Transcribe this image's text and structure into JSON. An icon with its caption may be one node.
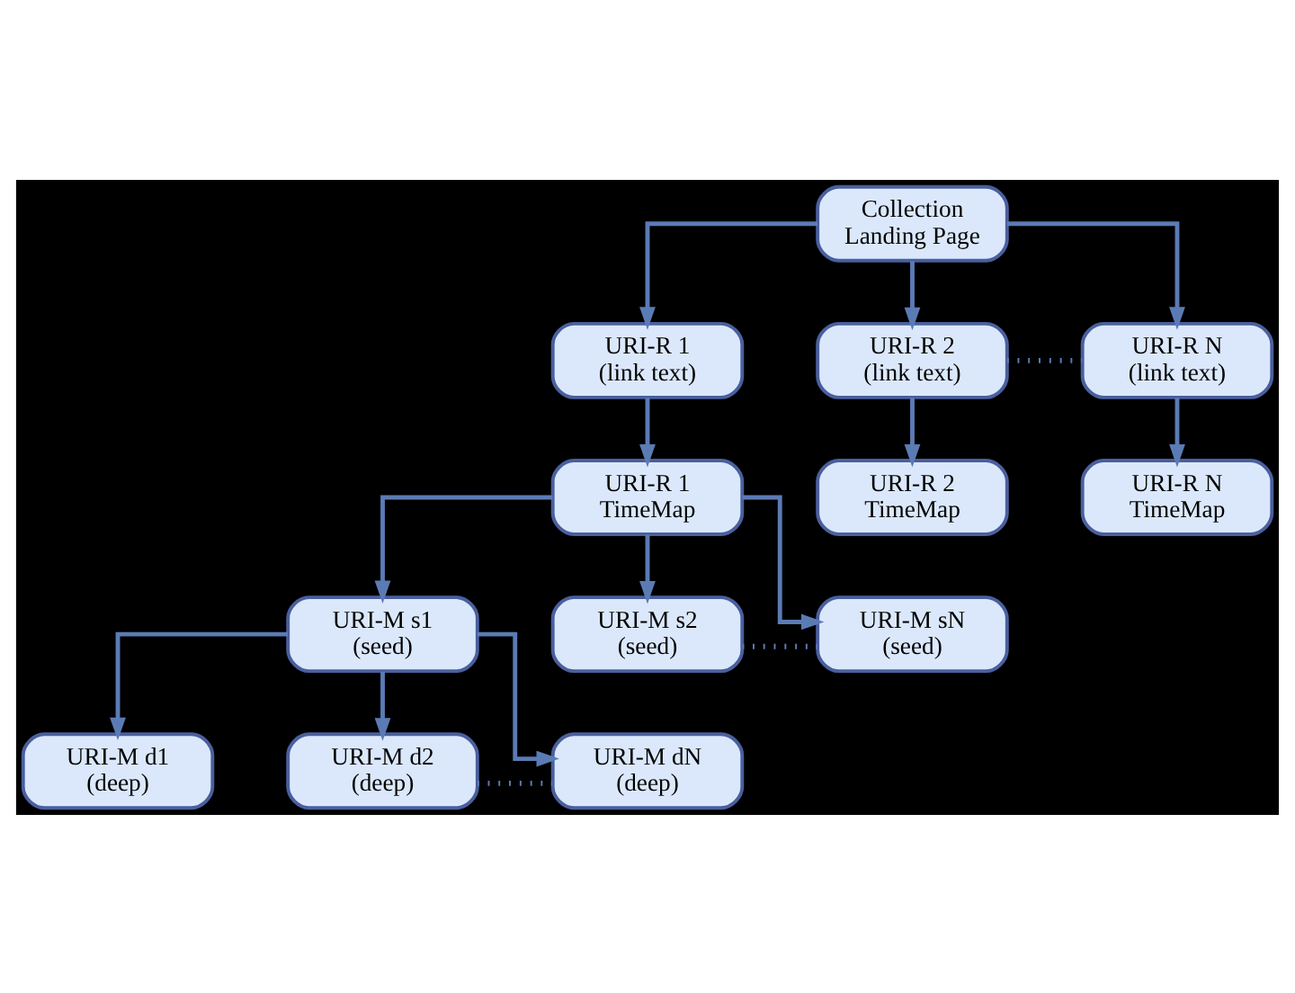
{
  "diagram": {
    "nodes": [
      {
        "text": [
          "Collection Landing Page"
        ]
      },
      {
        "text": [
          "URI-R 1 (link text)"
        ]
      },
      {
        "text": [
          "URI-R 2 (link text)"
        ]
      },
      {
        "text": [
          "URI-R N (link text)"
        ]
      },
      {
        "text": [
          "URI-R 1 TimeMap"
        ]
      },
      {
        "text": [
          "URI-R 2 TimeMap"
        ]
      },
      {
        "text": [
          "URI-R N TimeMap"
        ]
      },
      {
        "text": [
          "URI-M s1 (seed)"
        ]
      },
      {
        "text": [
          "URI-M s2 (seed)"
        ]
      },
      {
        "text": [
          "URI-M sN (seed)"
        ]
      },
      {
        "text": [
          "URI-M d1 (deep)"
        ]
      },
      {
        "text": [
          "URI-M d2 (deep)"
        ]
      },
      {
        "text": [
          "URI-M dN (deep)"
        ]
      }
    ],
    "edges": [
      {
        "from": 0,
        "to": 1,
        "arrow": "to"
      },
      {
        "from": 0,
        "to": 2,
        "arrow": "to"
      },
      {
        "from": 0,
        "to": 3,
        "arrow": "to"
      },
      {
        "from": 1,
        "to": 4,
        "arrow": "to"
      },
      {
        "from": 2,
        "to": 5,
        "arrow": "to"
      },
      {
        "from": 3,
        "to": 6,
        "arrow": "to"
      },
      {
        "from": 2,
        "to": 3,
        "arrow": "none",
        "style": "dashed"
      },
      {
        "from": 4,
        "to": 7,
        "arrow": "to"
      },
      {
        "from": 4,
        "to": 8,
        "arrow": "to"
      },
      {
        "from": 4,
        "to": 9,
        "arrow": "to"
      },
      {
        "from": 8,
        "to": 9,
        "arrow": "none",
        "style": "dashed"
      },
      {
        "from": 7,
        "to": 10,
        "arrow": "to"
      },
      {
        "from": 7,
        "to": 11,
        "arrow": "to"
      },
      {
        "from": 7,
        "to": 12,
        "arrow": "to"
      },
      {
        "from": 11,
        "to": 12,
        "arrow": "none",
        "style": "dashed"
      }
    ]
  }
}
